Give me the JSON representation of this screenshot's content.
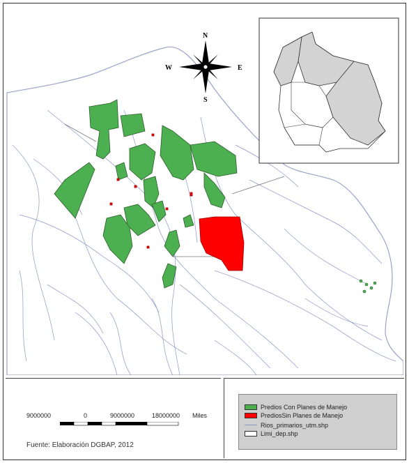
{
  "compass": {
    "n": "N",
    "s": "S",
    "e": "E",
    "w": "W"
  },
  "legend": {
    "items": [
      {
        "label": "Predios Con Planes de Manejo",
        "type": "fill",
        "color": "#4caf50"
      },
      {
        "label": "PrediosSin Planes de Manejo",
        "type": "fill",
        "color": "#ff0000"
      },
      {
        "label": "Rios_primarios_utm.shp",
        "type": "line",
        "color": "#8a95c8"
      },
      {
        "label": "Limi_dep.shp",
        "type": "fill",
        "color": "#ffffff"
      }
    ]
  },
  "scalebar": {
    "labels": [
      "9000000",
      "0",
      "9000000",
      "18000000"
    ],
    "unit": "Miles"
  },
  "source": "Fuente: Elaboración DGBAP, 2012",
  "colors": {
    "green": "#4caf50",
    "red": "#ff0000",
    "river": "#8a95c8",
    "inset_fill": "#d3d3d3"
  }
}
